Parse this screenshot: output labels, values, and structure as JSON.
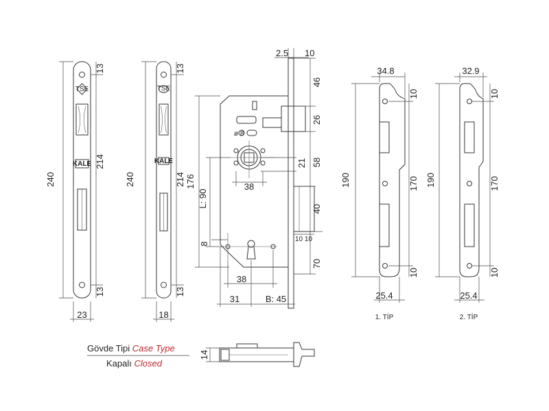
{
  "colors": {
    "line": "#333333",
    "accent": "#c0282d",
    "background": "#ffffff"
  },
  "faceplate_1": {
    "height": "240",
    "inner": "214",
    "top_margin": "13",
    "bottom_margin": "13",
    "width": "23",
    "logo_text": "TSE",
    "brand_text": "KALE"
  },
  "faceplate_2": {
    "height": "240",
    "inner": "214",
    "top_margin": "13",
    "bottom_margin": "13",
    "width": "18",
    "logo_text": "TSE",
    "brand_text": "KALE"
  },
  "body": {
    "d_2_5": "2.5",
    "d_10_top": "10",
    "d_46": "46",
    "d_26": "26",
    "d_58": "58",
    "d_21": "21",
    "d_8_small": "ø 8",
    "d_38_top": "38",
    "d_176": "176",
    "d_L90": "L: 90",
    "d_40": "40",
    "d_10_10": "10 10",
    "d_8": "8",
    "d_70": "70",
    "d_38_bottom": "38",
    "d_31": "31",
    "d_B45": "B: 45"
  },
  "strike_1": {
    "width": "34.8",
    "height": "190",
    "inner": "170",
    "top": "10",
    "bottom": "10",
    "base": "25.4",
    "label": "1. TİP"
  },
  "strike_2": {
    "width": "32.9",
    "height": "190",
    "inner": "170",
    "top": "10",
    "bottom": "10",
    "base": "25.4",
    "label": "2. TİP"
  },
  "legend": {
    "case_type_tr": "Gövde Tipi",
    "case_type_en": "Case Type",
    "closed_tr": "Kapalı",
    "closed_en": "Closed",
    "thickness": "14"
  }
}
